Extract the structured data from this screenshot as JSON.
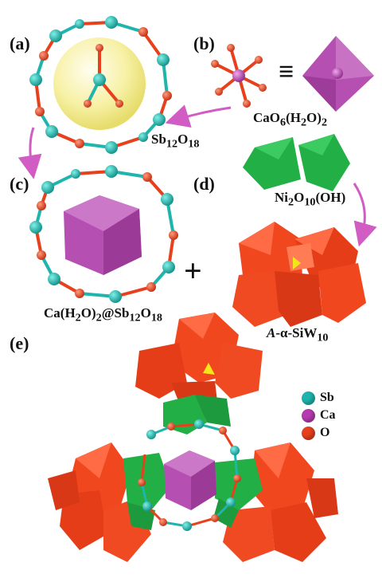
{
  "panels": {
    "a": "(a)",
    "b": "(b)",
    "c": "(c)",
    "d": "(d)",
    "e": "(e)"
  },
  "formulas": {
    "sb_cluster": {
      "main": "Sb",
      "s1": "12",
      "m2": "O",
      "s2": "18"
    },
    "cao6": {
      "main": "CaO",
      "s1": "6",
      "m2": "(H",
      "s2": "2",
      "m3": "O)",
      "s3": "2"
    },
    "ni2o10": {
      "main": "Ni",
      "s1": "2",
      "m2": "O",
      "s2": "10",
      "m3": "(OH)"
    },
    "ca_at_sb": {
      "main": "Ca(H",
      "s1": "2",
      "m2": "O)",
      "s2": "2",
      "m3": "@Sb",
      "s3": "12",
      "m4": "O",
      "s4": "18"
    },
    "siw10": {
      "italic": "A",
      "m1": "-α-SiW",
      "s1": "10"
    }
  },
  "symbols": {
    "equiv": "≡",
    "plus": "+"
  },
  "legend": [
    {
      "label": "Sb",
      "color": "#1fb5ad"
    },
    {
      "label": "Ca",
      "color": "#b63bb0"
    },
    {
      "label": "O",
      "color": "#e8401c"
    }
  ],
  "colors": {
    "sb_atom": "#1fb5ad",
    "o_atom": "#e8401c",
    "ca_polyhedron": "#b64fb2",
    "ni_polyhedron": "#22b046",
    "w_polyhedron": "#f0471f",
    "si_center": "#f5e51b",
    "sphere": "#f6f0a0",
    "arrow": "#d05cc4"
  }
}
